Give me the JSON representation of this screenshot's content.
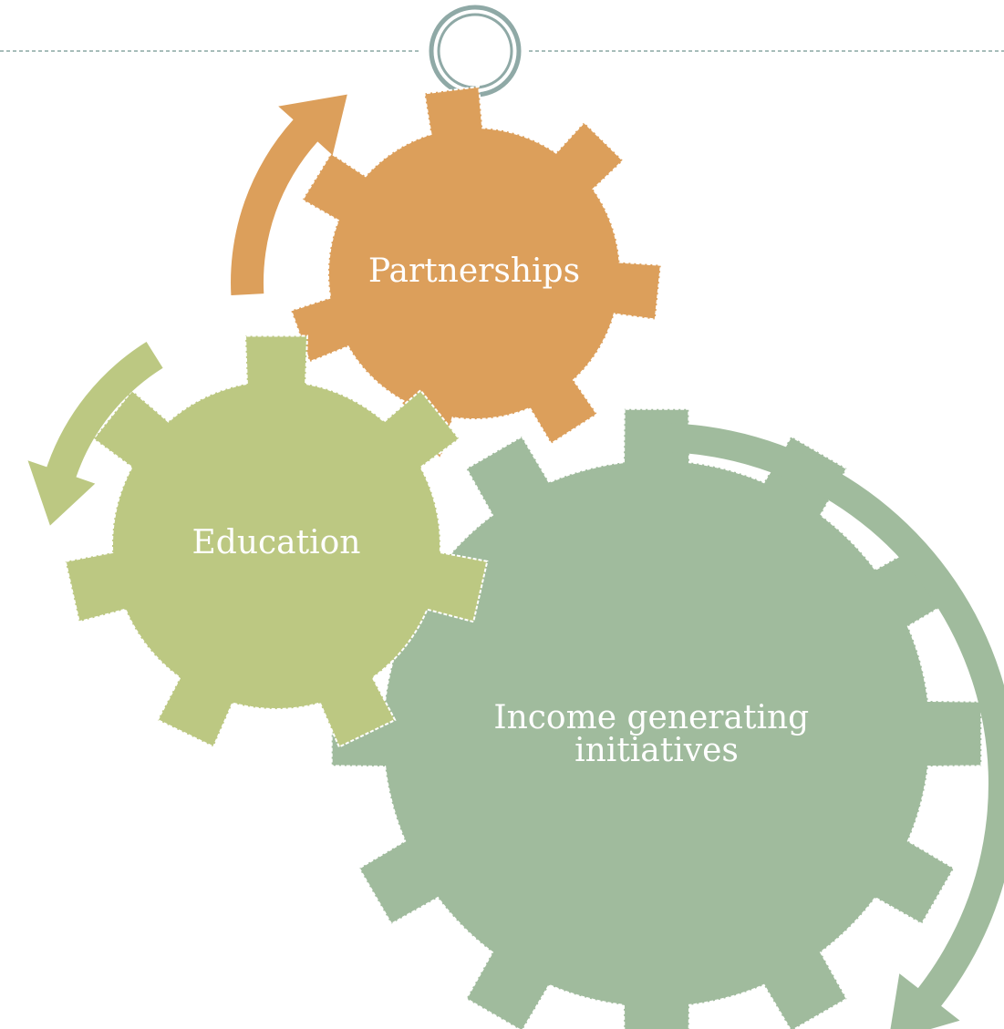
{
  "gears": [
    {
      "id": "partnerships",
      "lines": [
        "Partnerships"
      ]
    },
    {
      "id": "education",
      "lines": [
        "Education"
      ]
    },
    {
      "id": "income",
      "lines": [
        "Income generating",
        "initiatives"
      ]
    }
  ],
  "colors": {
    "partnerships": "#dc9f5b",
    "education": "#bcc882",
    "income": "#a0bb9d",
    "divider": "#8aa7a4",
    "badge_ring": "#8fa9a6"
  }
}
